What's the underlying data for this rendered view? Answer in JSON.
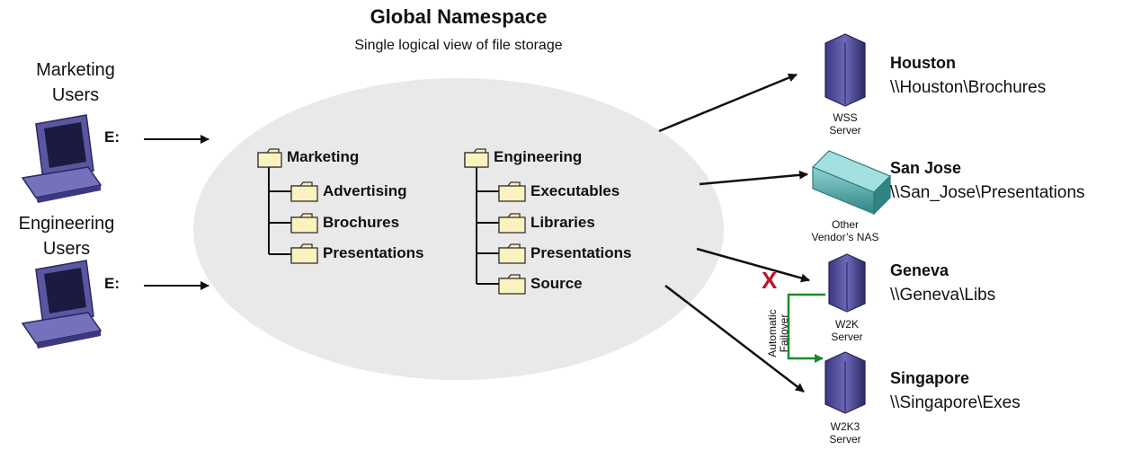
{
  "header": {
    "title": "Global Namespace",
    "subtitle": "Single logical view of file storage"
  },
  "users": [
    {
      "label_line1": "Marketing",
      "label_line2": "Users",
      "drive": "E:"
    },
    {
      "label_line1": "Engineering",
      "label_line2": "Users",
      "drive": "E:"
    }
  ],
  "namespace": {
    "marketing": {
      "label": "Marketing",
      "children": [
        "Advertising",
        "Brochures",
        "Presentations"
      ]
    },
    "engineering": {
      "label": "Engineering",
      "children": [
        "Executables",
        "Libraries",
        "Presentations",
        "Source"
      ]
    }
  },
  "sites": [
    {
      "name": "Houston",
      "path": "\\\\Houston\\Brochures",
      "server_line1": "WSS",
      "server_line2": "Server",
      "icon": "tower-server-icon"
    },
    {
      "name": "San Jose",
      "path": "\\\\San_Jose\\Presentations",
      "server_line1": "Other",
      "server_line2": "Vendor’s NAS",
      "icon": "nas-appliance-icon"
    },
    {
      "name": "Geneva",
      "path": "\\\\Geneva\\Libs",
      "server_line1": "W2K",
      "server_line2": "Server",
      "icon": "tower-server-icon"
    },
    {
      "name": "Singapore",
      "path": "\\\\Singapore\\Exes",
      "server_line1": "W2K3",
      "server_line2": "Server",
      "icon": "tower-server-icon"
    }
  ],
  "failover": {
    "line1": "Automatic",
    "line2": "Failover",
    "x_mark": "X",
    "color": "#1a8a2a"
  },
  "colors": {
    "ellipse": "#e9e9e9",
    "folder": "#fbf2bf",
    "server": "#5a56a0",
    "nas": "#4fa5a5",
    "failure": "#c0102a"
  }
}
